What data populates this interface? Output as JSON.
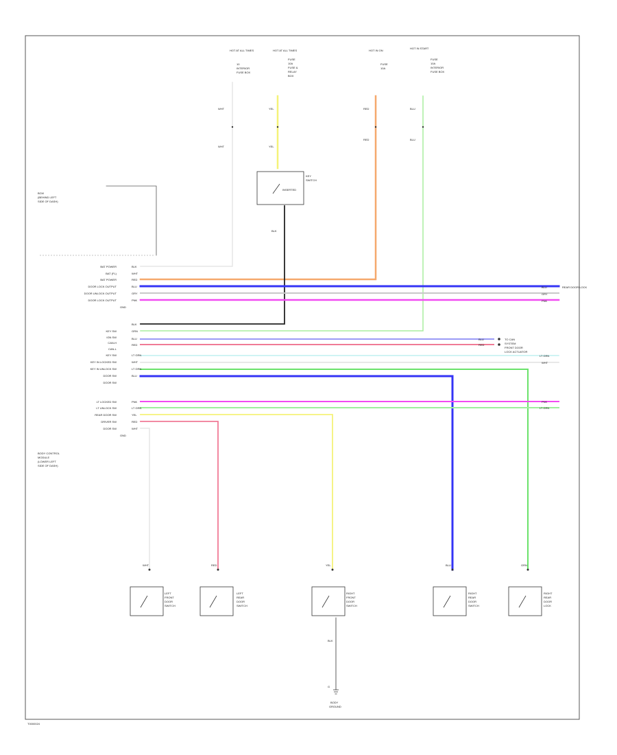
{
  "diagram_code": "T0000024",
  "colors": {
    "orange": "#f5a86c",
    "lt_green": "#a8ee9e",
    "yellow": "#f5f278",
    "black": "#222222",
    "blue": "#3434f6",
    "gray": "#c8c8c8",
    "pink": "#f24bf2",
    "pink_red": "#f07a96",
    "green": "#6ae26a",
    "white": "#e6e6e6",
    "bright_green": "#9cf09c"
  },
  "fuses": {
    "f1_title": "HOT AT ALL TIMES",
    "f1_lines": [
      "10",
      "INTERIOR",
      "FUSE BOX"
    ],
    "f2_title": "HOT AT ALL TIMES",
    "f2_lines": [
      "FUSE",
      "10A",
      "FUSE &",
      "RELAY",
      "BOX"
    ],
    "f3_title": "HOT IN ON",
    "f3_lines": [
      "FUSE",
      "10A"
    ],
    "f4_title": "HOT IN START",
    "f4_lines": [
      "FUSE",
      "10A",
      "INTERIOR",
      "FUSE BOX"
    ]
  },
  "wires": {
    "w_white": "WHT",
    "w_yellow": "YEL",
    "w_red": "RED",
    "w_blu": "BLU",
    "w_blk": "BLK",
    "w_lt_grn": "LT GRN",
    "w_grn": "GRN",
    "w_pnk": "PNK",
    "w_gry": "GRY"
  },
  "switch": {
    "name_lines": [
      "KEY",
      "SWITCH"
    ],
    "state": "INSERTED"
  },
  "module1": {
    "name_lines": [
      "BCM",
      "(BEHIND LEFT",
      "SIDE OF DASH)"
    ],
    "pins": [
      "BAT POWER",
      "BAT (FL)",
      "BAT POWER",
      "DOOR LOCK OUTPUT",
      "DOOR UNLOCK OUTPUT",
      "DOOR LOCK OUTPUT",
      "GND",
      "KEY SW",
      "IGN SW",
      "CAN-H",
      "CAN-L",
      "KEY SW",
      "KEY IN LOCKED SW",
      "KEY IN UNLOCK SW",
      "DOOR SW",
      "DOOR SW"
    ]
  },
  "module2": {
    "name_lines": [
      "BODY CONTROL",
      "MODULE",
      "(LOWER LEFT",
      "SIDE OF DASH)"
    ],
    "pins": [
      "LT LOCKED SW",
      "LT UNLOCK SW",
      "REAR DOOR SW",
      "DRIVER SW",
      "DOOR SW",
      "GND"
    ]
  },
  "right_notes": {
    "a1": "TO CAN",
    "a2": "SYSTEM",
    "b1": "FRONT DOOR",
    "b2": "LOCK ACTUATOR",
    "c1": "REAR DOOR LOCK"
  },
  "switches": [
    {
      "name": "LEFT FRONT DOOR SWITCH",
      "lines": [
        "LEFT",
        "FRONT",
        "DOOR",
        "SWITCH"
      ]
    },
    {
      "name": "LEFT REAR DOOR SWITCH",
      "lines": [
        "LEFT",
        "REAR",
        "DOOR",
        "SWITCH"
      ]
    },
    {
      "name": "RIGHT FRONT DOOR SWITCH",
      "lines": [
        "RIGHT",
        "FRONT",
        "DOOR",
        "SWITCH"
      ]
    },
    {
      "name": "RIGHT REAR DOOR SWITCH",
      "lines": [
        "RIGHT",
        "REAR",
        "DOOR",
        "SWITCH"
      ]
    },
    {
      "name": "RIGHT REAR DOOR LOCK",
      "lines": [
        "RIGHT",
        "REAR",
        "DOOR",
        "LOCK"
      ]
    }
  ],
  "ground": {
    "label": "G",
    "lines": [
      "BODY",
      "GROUND"
    ]
  }
}
